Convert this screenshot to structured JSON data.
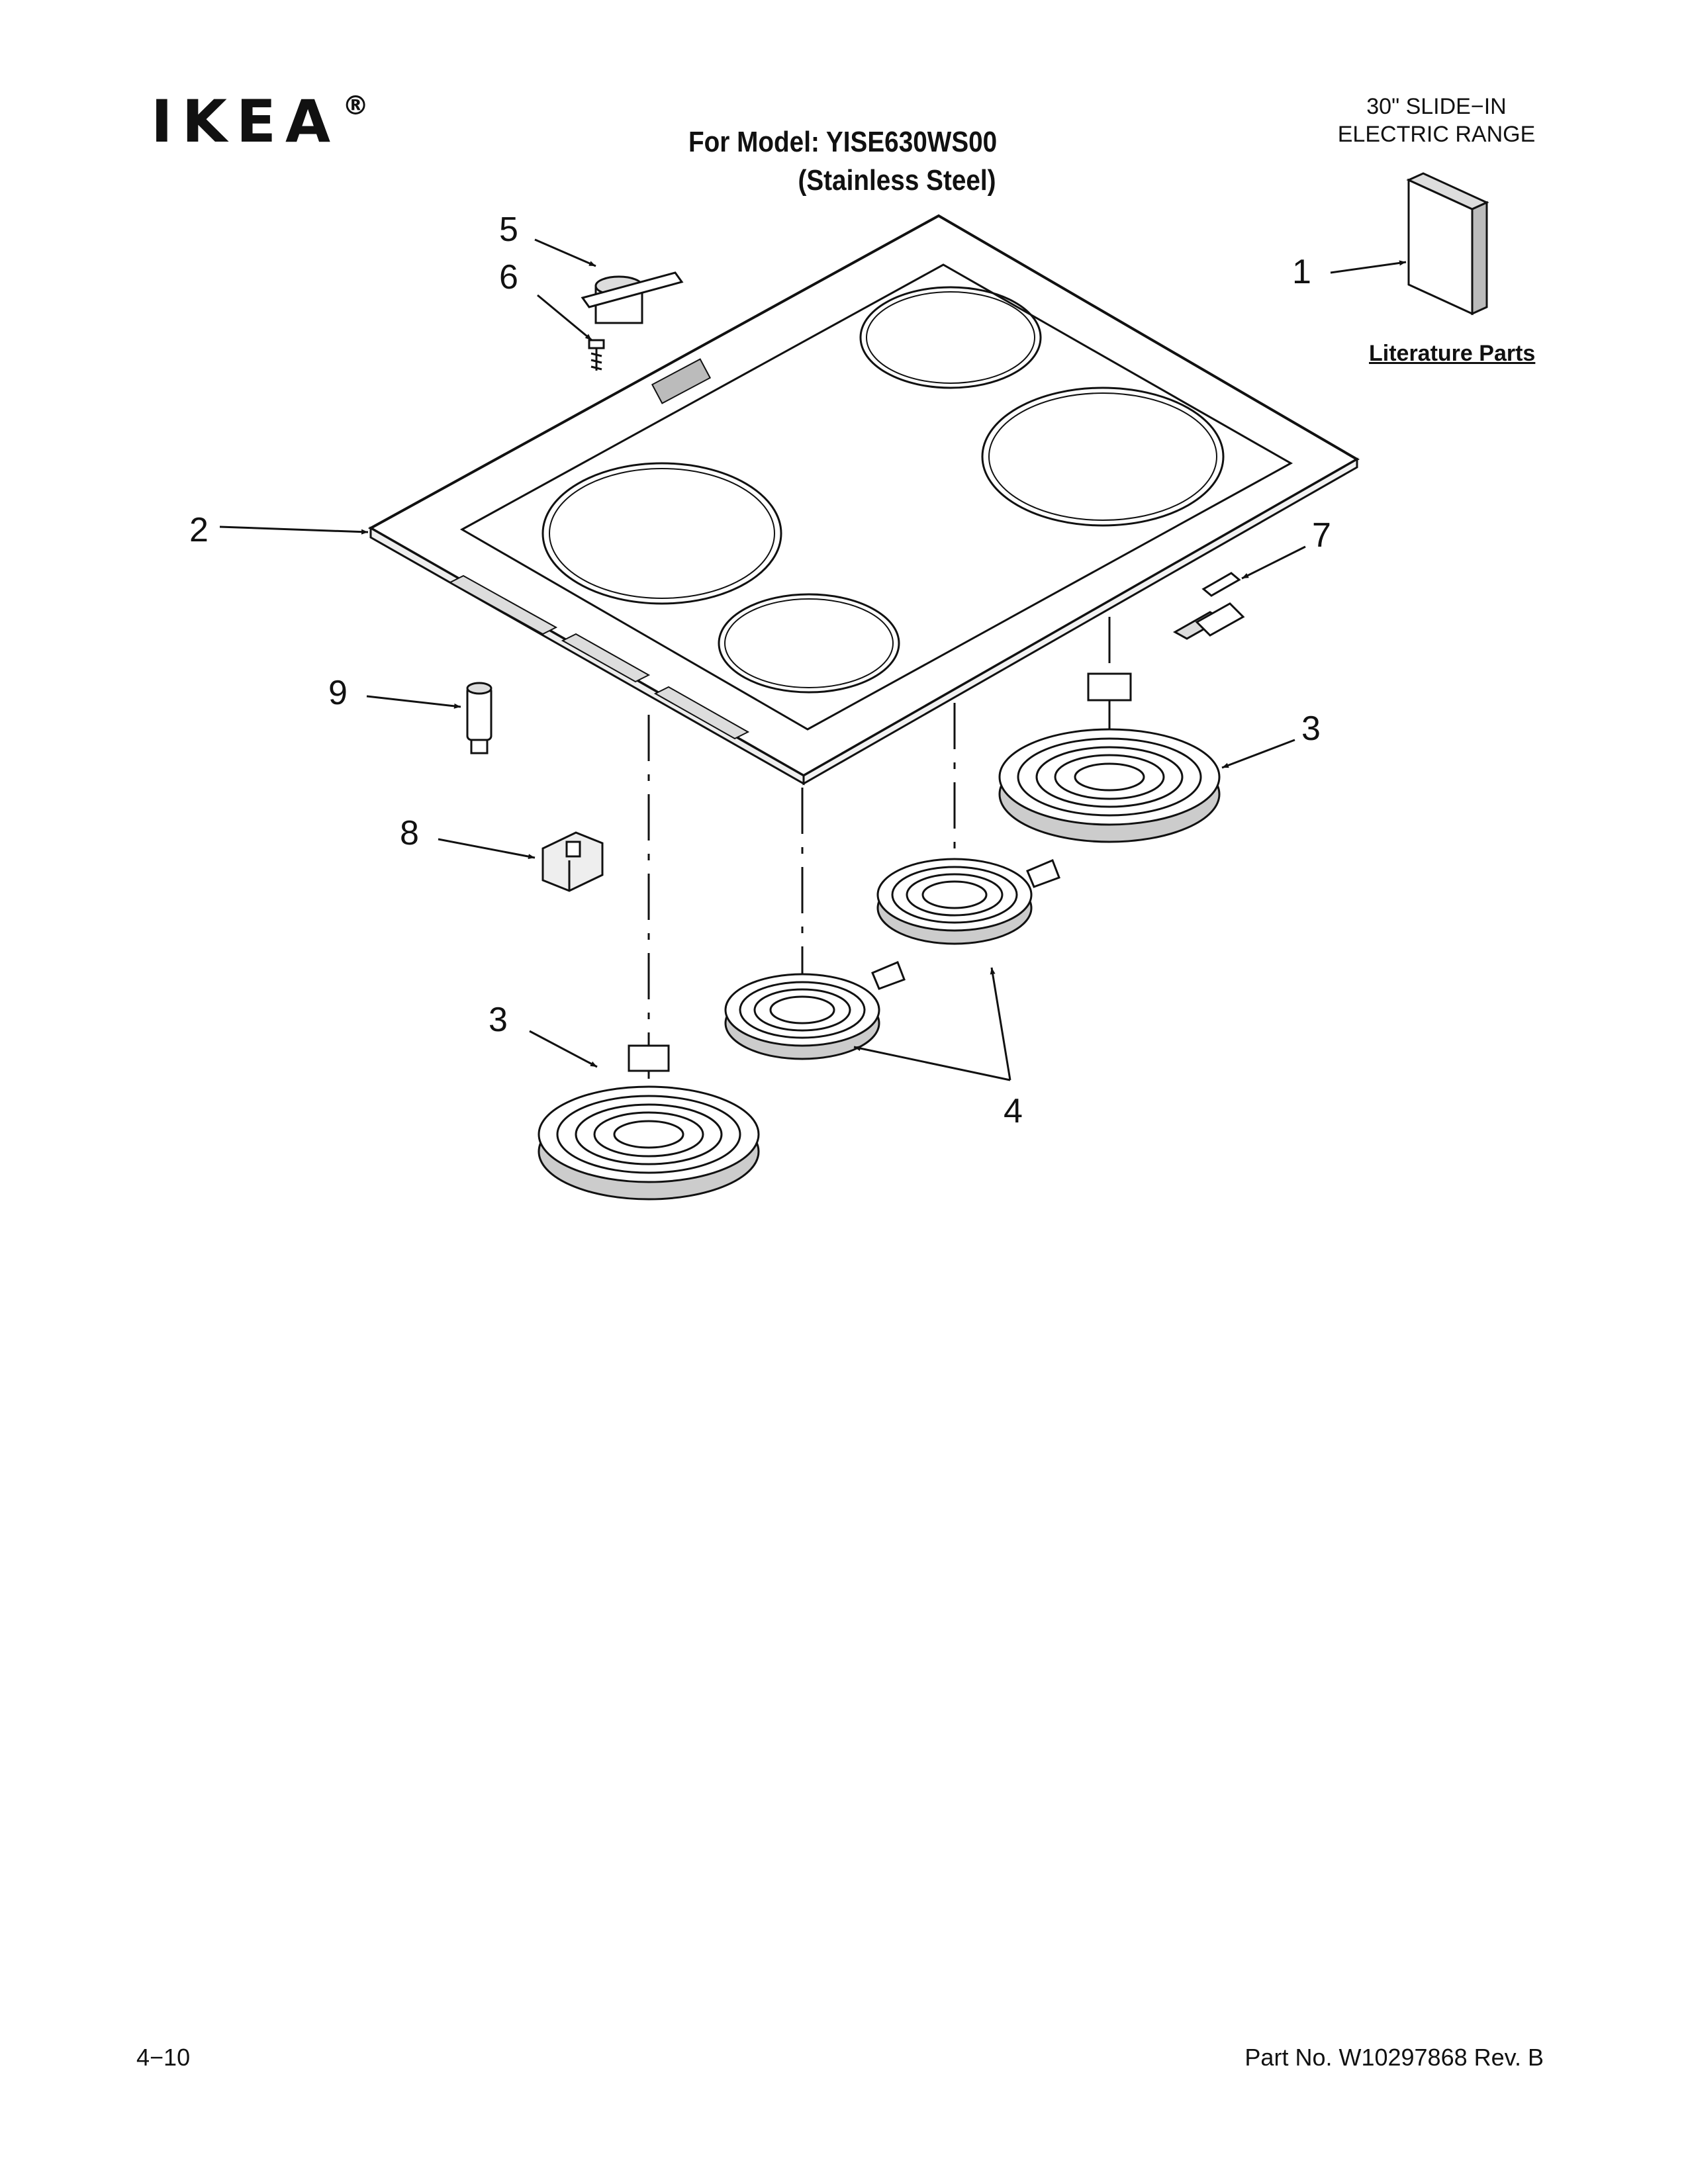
{
  "brand": {
    "name": "IKEA",
    "registered_mark": "®"
  },
  "header": {
    "model_line": "For Model: YISE630WS00",
    "finish_line": "(Stainless Steel)",
    "range_type_line1": "30\" SLIDE−IN",
    "range_type_line2": "ELECTRIC RANGE"
  },
  "literature": {
    "label": "Literature Parts"
  },
  "callouts": {
    "c1": "1",
    "c2": "2",
    "c3a": "3",
    "c3b": "3",
    "c4": "4",
    "c5": "5",
    "c6": "6",
    "c7": "7",
    "c8": "8",
    "c9": "9"
  },
  "footer": {
    "page_number": "4−10",
    "part_number": "Part No. W10297868 Rev. B"
  },
  "colors": {
    "ink": "#111111",
    "paper": "#ffffff"
  }
}
